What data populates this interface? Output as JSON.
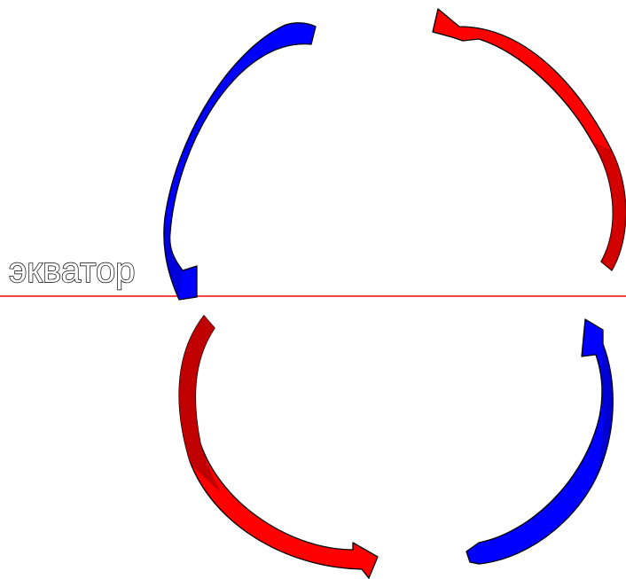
{
  "diagram": {
    "equator_label": "экватор",
    "colors": {
      "warm": "#ff0000",
      "warm_shade": "#c00000",
      "cold": "#0000ff",
      "cold_shade": "#000099",
      "equator_line": "#ff0000",
      "outline": "#000000",
      "background": "#ffffff"
    },
    "arrows": [
      {
        "name": "upper-left-arrow",
        "color": "cold",
        "direction": "down-toward-equator"
      },
      {
        "name": "upper-right-arrow",
        "color": "warm",
        "direction": "up-away-from-equator"
      },
      {
        "name": "lower-left-arrow",
        "color": "warm",
        "direction": "down-away-from-equator"
      },
      {
        "name": "lower-right-arrow",
        "color": "cold",
        "direction": "up-toward-equator"
      }
    ]
  }
}
